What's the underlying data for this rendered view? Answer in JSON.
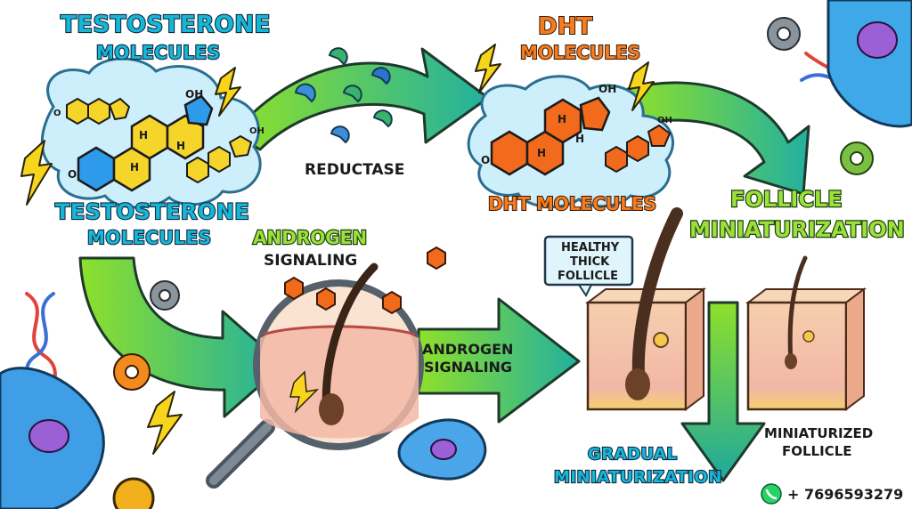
{
  "labels": {
    "testosterone_top_title": "TESTOSTERONE",
    "testosterone_top_sub": "MOLECULES",
    "testosterone_bottom_title": "TESTOSTERONE",
    "testosterone_bottom_sub": "MOLECULES",
    "dht_top_title": "DHT",
    "dht_top_sub": "MOLECULES",
    "dht_bottom": "DHT MOLECULES",
    "reductase": "REDUCTASE",
    "androgen_signaling_1_line1": "ANDROGEN",
    "androgen_signaling_1_line2": "SIGNALING",
    "androgen_signaling_2_line1": "ANDROGEN",
    "androgen_signaling_2_line2": "SIGNALING",
    "follicle_min_line1": "FOLLICLE",
    "follicle_min_line2": "MINIATURIZATION",
    "healthy_line1": "HEALTHY",
    "healthy_line2": "THICK",
    "healthy_line3": "FOLLICLE",
    "gradual_line1": "GRADUAL",
    "gradual_line2": "MINIATURIZATION",
    "miniaturized_line1": "MINIATURIZED",
    "miniaturized_line2": "FOLLICLE",
    "contact_phone": "+ 7696593279"
  },
  "molecule_atoms": {
    "oh": "OH",
    "h": "H",
    "o": "O"
  },
  "icons": {
    "contact": "whatsapp-icon",
    "arrows": "flow-arrow-icon",
    "gears": "gear-icon",
    "lightning": "lightning-icon",
    "dna": "dna-icon",
    "cells": "cell-icon",
    "magnifier": "magnifier-icon",
    "enzyme": "enzyme-icon"
  },
  "colors": {
    "testosterone_title": "#17b6d8",
    "dht_title": "#f57c1f",
    "follicle_title": "#9be13a",
    "arrow_green": "#7ed321",
    "arrow_teal": "#1aa39a",
    "testosterone_molecule": "#f6d52a",
    "testosterone_ring": "#2e9bea",
    "dht_molecule": "#f26a1b",
    "cloud": "#cdeefb",
    "skin": "#f3c1a6",
    "hair": "#4a2e1f"
  }
}
